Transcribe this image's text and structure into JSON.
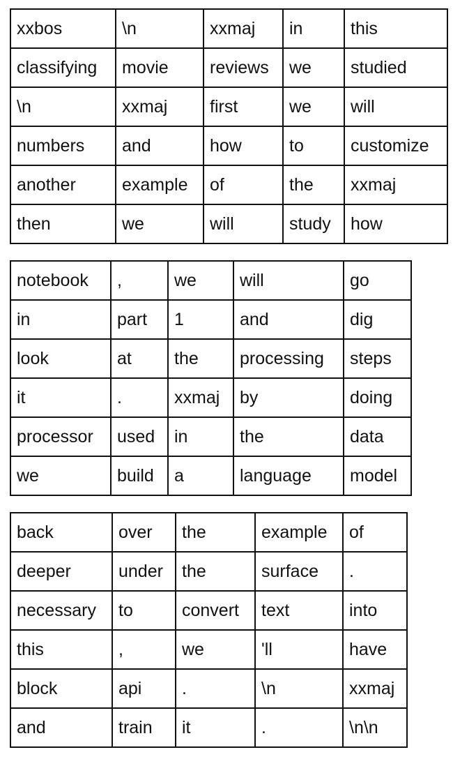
{
  "tables": [
    {
      "rows": [
        [
          "xxbos",
          "\\n",
          "xxmaj",
          "in",
          "this"
        ],
        [
          "classifying",
          "movie",
          "reviews",
          "we",
          "studied"
        ],
        [
          "\\n",
          "xxmaj",
          "first",
          "we",
          "will"
        ],
        [
          "numbers",
          "and",
          "how",
          "to",
          "customize"
        ],
        [
          "another",
          "example",
          "of",
          "the",
          "xxmaj"
        ],
        [
          "then",
          "we",
          "will",
          "study",
          "how"
        ]
      ]
    },
    {
      "rows": [
        [
          "notebook",
          ",",
          "we",
          "will",
          "go"
        ],
        [
          "in",
          "part",
          "1",
          "and",
          "dig"
        ],
        [
          "look",
          "at",
          "the",
          "processing",
          "steps"
        ],
        [
          "it",
          ".",
          "xxmaj",
          "by",
          "doing"
        ],
        [
          "processor",
          "used",
          "in",
          "the",
          "data"
        ],
        [
          "we",
          "build",
          "a",
          "language",
          "model"
        ]
      ]
    },
    {
      "rows": [
        [
          "back",
          "over",
          "the",
          "example",
          "of"
        ],
        [
          "deeper",
          "under",
          "the",
          "surface",
          "."
        ],
        [
          "necessary",
          "to",
          "convert",
          "text",
          "into"
        ],
        [
          "this",
          ",",
          "we",
          "'ll",
          "have"
        ],
        [
          "block",
          "api",
          ".",
          "\\n",
          "xxmaj"
        ],
        [
          "and",
          "train",
          "it",
          ".",
          "\\n\\n"
        ]
      ]
    }
  ]
}
